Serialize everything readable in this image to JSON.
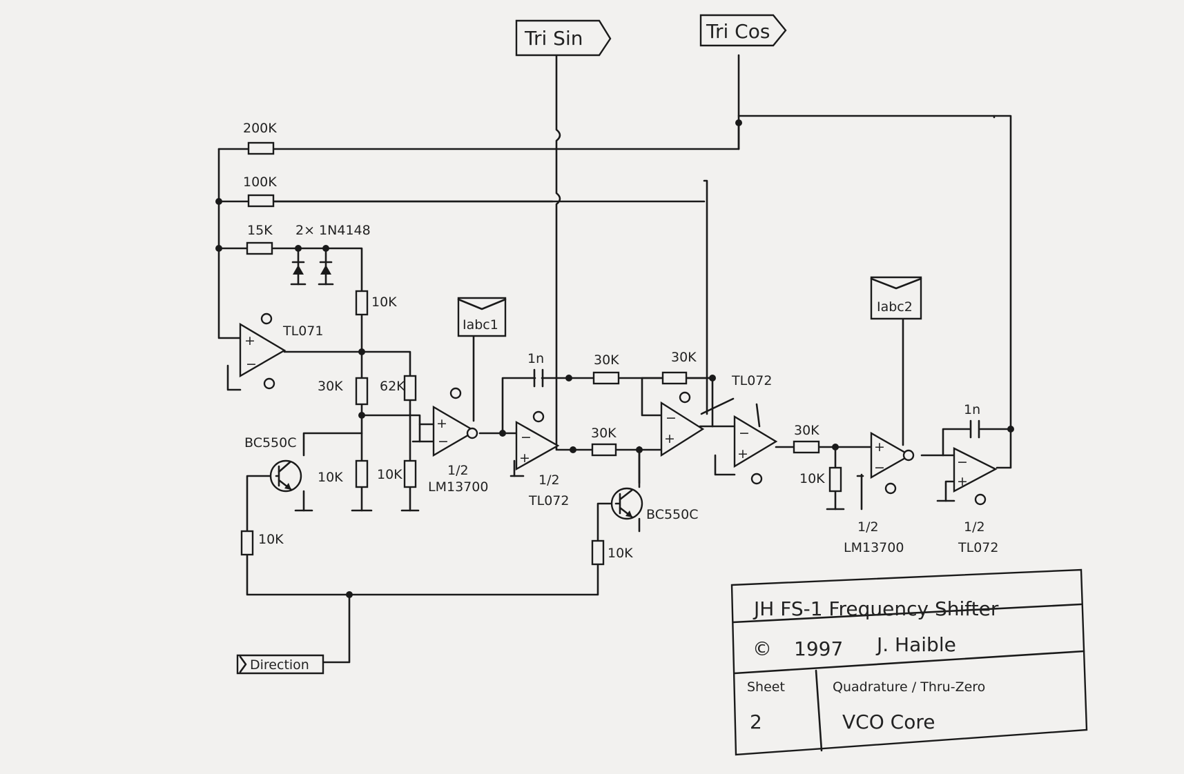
{
  "ports": {
    "tri_sin": "Tri Sin",
    "tri_cos": "Tri Cos",
    "iabc1": "Iabc1",
    "iabc2": "Iabc2",
    "direction": "Direction"
  },
  "resistors": {
    "r_200k": "200K",
    "r_100k": "100K",
    "r_15k": "15K",
    "r_10k_a": "10K",
    "r_30k_a": "30K",
    "r_62k": "62K",
    "r_10k_b": "10K",
    "r_10k_c": "10K",
    "r_10k_base1": "10K",
    "r_30k_b": "30K",
    "r_30k_c": "30K",
    "r_30k_d": "30K",
    "r_10k_base2": "10K",
    "r_30k_e": "30K",
    "r_10k_d": "10K"
  },
  "capacitors": {
    "c1": "1n",
    "c2": "1n"
  },
  "diodes": {
    "label": "2× 1N4148"
  },
  "opamps": {
    "tl071": "TL071",
    "lm13700_1": [
      "1/2",
      "LM13700"
    ],
    "tl072_1": [
      "1/2",
      "TL072"
    ],
    "tl072_2": "TL072",
    "lm13700_2": [
      "1/2",
      "LM13700"
    ],
    "tl072_3": [
      "1/2",
      "TL072"
    ]
  },
  "transistors": {
    "q1": "BC550C",
    "q2": "BC550C"
  },
  "title_block": {
    "title": "JH FS-1 Frequency Shifter",
    "copyright_symbol": "©",
    "year": "1997",
    "author": "J. Haible",
    "sheet_label": "Sheet",
    "sheet_number": "2",
    "description_line1": "Quadrature / Thru-Zero",
    "description_line2": "VCO Core"
  }
}
